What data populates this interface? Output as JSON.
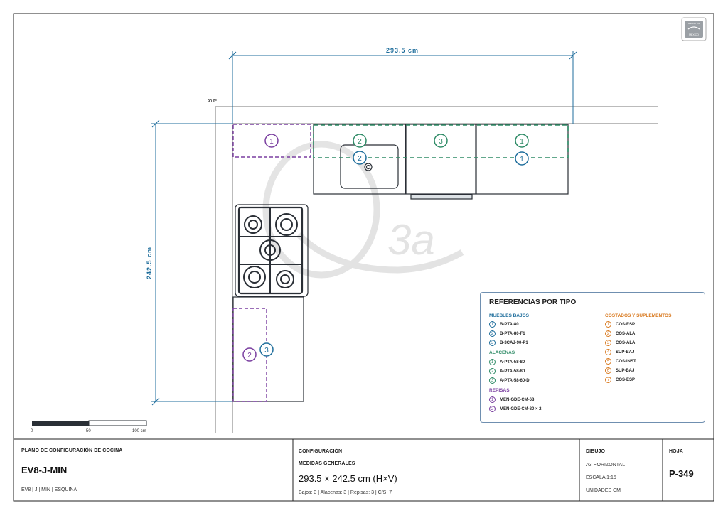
{
  "colors": {
    "blue": "#1f6e9c",
    "green": "#2e8b66",
    "purple": "#7a3fa0",
    "orange": "#d97a20",
    "ink": "#2a2f36"
  },
  "watermark": "3a",
  "plan": {
    "dim_width": "293.5 cm",
    "dim_height": "242.5 cm",
    "angle": "90.0°",
    "scalebar": [
      "0",
      "50",
      "100 cm"
    ],
    "logo": {
      "line1": "HECHO EN",
      "line2": "MÉXICO"
    },
    "tags": [
      {
        "group": "repisas",
        "num": "1"
      },
      {
        "group": "alacenas",
        "num": "2"
      },
      {
        "group": "bajos",
        "num": "2"
      },
      {
        "group": "alacenas",
        "num": "3"
      },
      {
        "group": "alacenas",
        "num": "1"
      },
      {
        "group": "bajos",
        "num": "1"
      },
      {
        "group": "repisas",
        "num": "2"
      },
      {
        "group": "bajos",
        "num": "3"
      }
    ]
  },
  "legend": {
    "title": "REFERENCIAS POR TIPO",
    "bajos": {
      "heading": "MUEBLES BAJOS",
      "items": [
        {
          "num": "1",
          "code": "B-PTA-80"
        },
        {
          "num": "2",
          "code": "B-PTA-80-F1"
        },
        {
          "num": "3",
          "code": "B-3CAJ-90-P1"
        }
      ]
    },
    "alacenas": {
      "heading": "ALACENAS",
      "items": [
        {
          "num": "1",
          "code": "A-PTA-58-80"
        },
        {
          "num": "2",
          "code": "A-PTA-58-80"
        },
        {
          "num": "3",
          "code": "A-PTA-58-60-D"
        }
      ]
    },
    "repisas": {
      "heading": "REPISAS",
      "items": [
        {
          "num": "1",
          "code": "MEN-GDE-CM-68"
        },
        {
          "num": "2",
          "code": "MEN-GDE-CM-80 × 2"
        }
      ]
    },
    "costados": {
      "heading": "COSTADOS Y SUPLEMENTOS",
      "items": [
        {
          "num": "1",
          "code": "COS-ESP"
        },
        {
          "num": "2",
          "code": "COS-ALA"
        },
        {
          "num": "3",
          "code": "COS-ALA"
        },
        {
          "num": "4",
          "code": "SUP-BAJ"
        },
        {
          "num": "5",
          "code": "COS-INST"
        },
        {
          "num": "6",
          "code": "SUP-BAJ"
        },
        {
          "num": "7",
          "code": "COS-ESP"
        }
      ]
    }
  },
  "titleblock": {
    "plan_label": "PLANO DE CONFIGURACIÓN DE COCINA",
    "model": "EV8-J-MIN",
    "model_sub": "EV8 | J | MIN | ESQUINA",
    "config_label": "CONFIGURACIÓN",
    "measures_label": "MEDIDAS GENERALES",
    "measures": "293.5 × 242.5 cm (H×V)",
    "counts": "Bajos: 3 | Alacenas: 3 | Repisas: 3 | C/S: 7",
    "drawing_label": "DIBUJO",
    "format": "A3 HORIZONTAL",
    "scale": "ESCALA 1:15",
    "units": "UNIDADES CM",
    "sheet_label": "HOJA",
    "sheet": "P-349"
  }
}
